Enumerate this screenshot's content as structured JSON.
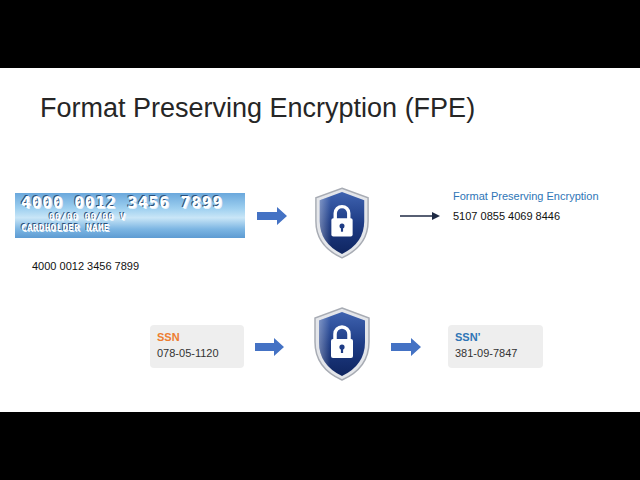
{
  "diagram": {
    "title": "Format Preserving Encryption (FPE)",
    "nodes": [
      {
        "text": [
          "4000 0012 3456 7899",
          "00/00 00/00 V",
          "CARDHOLDER NAME"
        ]
      },
      {
        "text": [
          "SSN",
          "078-05-1120"
        ]
      },
      {
        "text": [
          "SSN’",
          "381-09-7847"
        ]
      }
    ],
    "labels": [
      "4000 0012 3456 7899",
      "Format Preserving Encryption",
      "5107 0855 4069 8446"
    ]
  }
}
